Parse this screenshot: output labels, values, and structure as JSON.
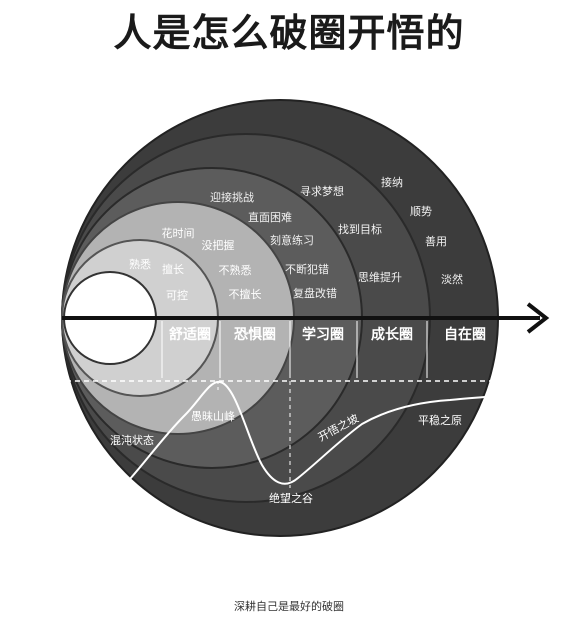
{
  "title": "人是怎么破圈开悟的",
  "caption": "深耕自己是最好的破圈",
  "zones": [
    "舒适圈",
    "恐惧圈",
    "学习圈",
    "成长圈",
    "自在圈"
  ],
  "comfort_words": [
    "熟悉",
    "擅长",
    "可控"
  ],
  "fear_words": [
    "花时间",
    "没把握",
    "不熟悉",
    "不擅长"
  ],
  "learning_words": [
    "迎接挑战",
    "直面困难",
    "刻意练习",
    "不断犯错",
    "复盘改错"
  ],
  "growth_words": [
    "寻求梦想",
    "找到目标",
    "思维提升"
  ],
  "free_words": [
    "接纳",
    "顺势",
    "善用",
    "淡然"
  ],
  "curve_labels": {
    "chaos": "混沌状态",
    "peak": "愚昧山峰",
    "valley": "绝望之谷",
    "slope": "开悟之坡",
    "plateau": "平稳之原"
  },
  "colors": {
    "outer": "#3c3c3c",
    "growth": "#4a4a4a",
    "learning": "#5c5c5c",
    "fear": "#b3b3b3",
    "comfort": "#d0d0d0",
    "core": "#ffffff"
  }
}
